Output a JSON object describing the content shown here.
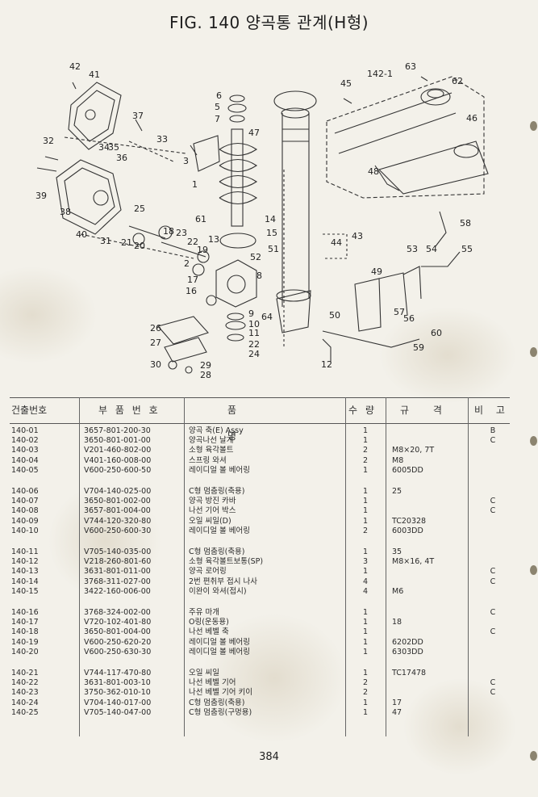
{
  "title": "FIG. 140 양곡통 관계(H형)",
  "page_number": "384",
  "table": {
    "headers": {
      "no": "건출번호",
      "part_no": "부 품 번 호",
      "name": "품 명",
      "qty": "수 량",
      "spec": "규 격",
      "remark": "비 고"
    },
    "rows": [
      {
        "no": "140-01",
        "part": "3657-801-200-30",
        "name": "양곡 축(E) Assy",
        "qty": "1",
        "spec": "",
        "rem": "B"
      },
      {
        "no": "140-02",
        "part": "3650-801-001-00",
        "name": "양곡나선 날개",
        "qty": "1",
        "spec": "",
        "rem": "C"
      },
      {
        "no": "140-03",
        "part": "V201-460-802-00",
        "name": "소형 육각볼트",
        "qty": "2",
        "spec": "M8×20, 7T",
        "rem": ""
      },
      {
        "no": "140-04",
        "part": "V401-160-008-00",
        "name": "스프링 와셔",
        "qty": "2",
        "spec": "M8",
        "rem": ""
      },
      {
        "no": "140-05",
        "part": "V600-250-600-50",
        "name": "레이디얼 볼 베어링",
        "qty": "1",
        "spec": "6005DD",
        "rem": ""
      },
      {
        "no": "140-06",
        "part": "V704-140-025-00",
        "name": "C형 멈춤링(축용)",
        "qty": "1",
        "spec": "25",
        "rem": ""
      },
      {
        "no": "140-07",
        "part": "3650-801-002-00",
        "name": "양곡 방진 카바",
        "qty": "1",
        "spec": "",
        "rem": "C"
      },
      {
        "no": "140-08",
        "part": "3657-801-004-00",
        "name": "나선 기어 박스",
        "qty": "1",
        "spec": "",
        "rem": "C"
      },
      {
        "no": "140-09",
        "part": "V744-120-320-80",
        "name": "오일 씨일(D)",
        "qty": "1",
        "spec": "TC20328",
        "rem": ""
      },
      {
        "no": "140-10",
        "part": "V600-250-600-30",
        "name": "레이디얼 볼 베어링",
        "qty": "2",
        "spec": "6003DD",
        "rem": ""
      },
      {
        "no": "140-11",
        "part": "V705-140-035-00",
        "name": "C형 멈춤링(축용)",
        "qty": "1",
        "spec": "35",
        "rem": ""
      },
      {
        "no": "140-12",
        "part": "V218-260-801-60",
        "name": "소형 육각볼트보통(SP)",
        "qty": "3",
        "spec": "M8×16, 4T",
        "rem": ""
      },
      {
        "no": "140-13",
        "part": "3631-801-011-00",
        "name": "양곡 로어링",
        "qty": "1",
        "spec": "",
        "rem": "C"
      },
      {
        "no": "140-14",
        "part": "3768-311-027-00",
        "name": "2번 편취부 접시 나사",
        "qty": "4",
        "spec": "",
        "rem": "C"
      },
      {
        "no": "140-15",
        "part": "3422-160-006-00",
        "name": "이완이 와셔(접시)",
        "qty": "4",
        "spec": "M6",
        "rem": ""
      },
      {
        "no": "140-16",
        "part": "3768-324-002-00",
        "name": "주유 마개",
        "qty": "1",
        "spec": "",
        "rem": "C"
      },
      {
        "no": "140-17",
        "part": "V720-102-401-80",
        "name": "O링(운동용)",
        "qty": "1",
        "spec": "18",
        "rem": ""
      },
      {
        "no": "140-18",
        "part": "3650-801-004-00",
        "name": "나선 베벨 축",
        "qty": "1",
        "spec": "",
        "rem": "C"
      },
      {
        "no": "140-19",
        "part": "V600-250-620-20",
        "name": "레이디얼 볼 베어링",
        "qty": "1",
        "spec": "6202DD",
        "rem": ""
      },
      {
        "no": "140-20",
        "part": "V600-250-630-30",
        "name": "레이디얼 볼 베어링",
        "qty": "1",
        "spec": "6303DD",
        "rem": ""
      },
      {
        "no": "140-21",
        "part": "V744-117-470-80",
        "name": "오일 씨일",
        "qty": "1",
        "spec": "TC17478",
        "rem": ""
      },
      {
        "no": "140-22",
        "part": "3631-801-003-10",
        "name": "나선 베벨 기어",
        "qty": "2",
        "spec": "",
        "rem": "C"
      },
      {
        "no": "140-23",
        "part": "3750-362-010-10",
        "name": "나선 베벨 기어 키이",
        "qty": "2",
        "spec": "",
        "rem": "C"
      },
      {
        "no": "140-24",
        "part": "V704-140-017-00",
        "name": "C형 멈춤링(축용)",
        "qty": "1",
        "spec": "17",
        "rem": ""
      },
      {
        "no": "140-25",
        "part": "V705-140-047-00",
        "name": "C형 멈춤링(구멍용)",
        "qty": "1",
        "spec": "47",
        "rem": ""
      }
    ]
  },
  "diagram_labels": [
    "42",
    "41",
    "37",
    "33",
    "32",
    "34",
    "35",
    "36",
    "3",
    "39",
    "38",
    "1",
    "40",
    "31",
    "25",
    "21",
    "20",
    "18",
    "23",
    "22",
    "19",
    "2",
    "6",
    "5",
    "7",
    "47",
    "45",
    "142-1",
    "63",
    "62",
    "46",
    "48",
    "61",
    "14",
    "15",
    "13",
    "51",
    "52",
    "44",
    "43",
    "58",
    "53",
    "54",
    "55",
    "17",
    "8",
    "16",
    "49",
    "50",
    "57",
    "56",
    "26",
    "9",
    "10",
    "64",
    "11",
    "22",
    "24",
    "12",
    "27",
    "30",
    "29",
    "28",
    "60",
    "59"
  ]
}
